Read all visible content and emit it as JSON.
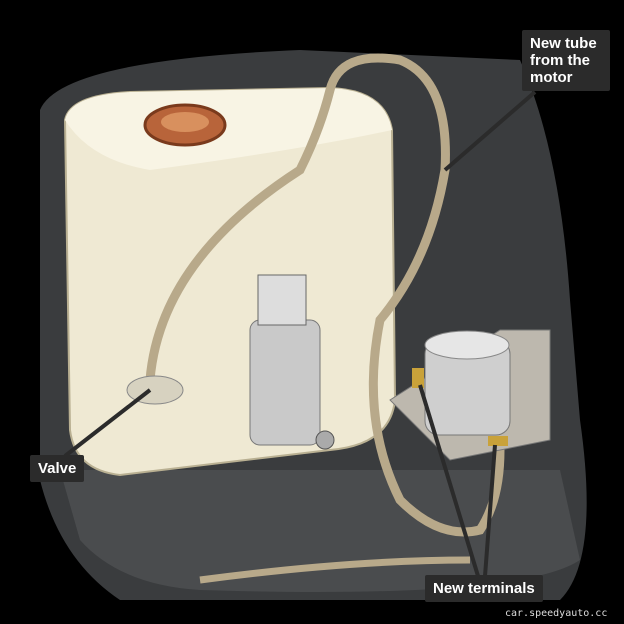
{
  "labels": {
    "tube": "New tube from the motor",
    "valve": "Valve",
    "terminals": "New terminals"
  },
  "watermark": "car.speedyauto.cc"
}
